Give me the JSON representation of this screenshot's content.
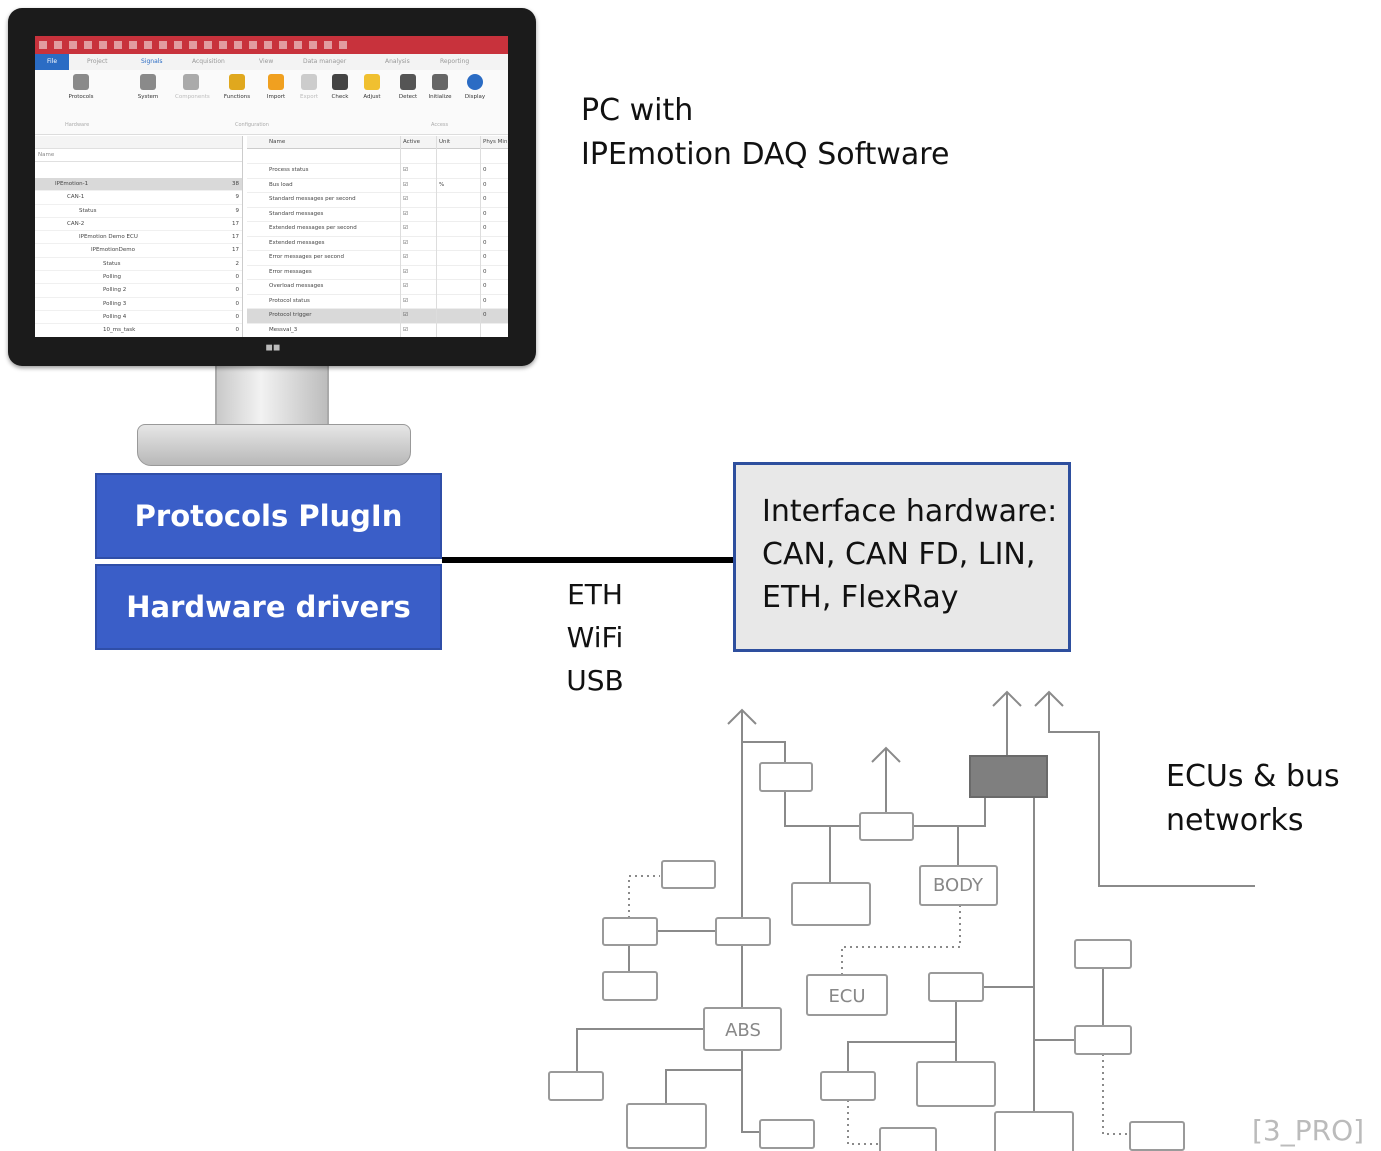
{
  "pc_label": {
    "line1": "PC with",
    "line2": "IPEmotion DAQ Software"
  },
  "plugin_box": "Protocols PlugIn",
  "drivers_box": "Hardware drivers",
  "connections": {
    "line1": "ETH",
    "line2": "WiFi",
    "line3": "USB"
  },
  "interface": {
    "line1": "Interface hardware:",
    "line2": "CAN, CAN FD, LIN,",
    "line3": "ETH, FlexRay"
  },
  "ecu_label": {
    "line1": "ECUs & bus",
    "line2": "networks"
  },
  "reference": "[3_PRO]",
  "network_labels": {
    "body": "BODY",
    "ecu": "ECU",
    "abs": "ABS"
  },
  "screen": {
    "menu": [
      "File",
      "Project",
      "Signals",
      "Acquisition",
      "View",
      "Data manager",
      "Analysis",
      "Reporting"
    ],
    "ribbon": [
      "Protocols",
      "System",
      "Components",
      "Functions",
      "Import",
      "Export",
      "Check",
      "Adjust",
      "Detect",
      "Initialize",
      "Display"
    ],
    "groups": [
      "Hardware",
      "Configuration",
      "Access"
    ],
    "tree_header": "Name",
    "tree_rows": [
      {
        "label": "IPEmotion-1",
        "n": "38"
      },
      {
        "label": "CAN-1",
        "n": "9"
      },
      {
        "label": "Status",
        "n": "9"
      },
      {
        "label": "CAN-2",
        "n": "17"
      },
      {
        "label": "IPEmotion Demo ECU",
        "n": "17"
      },
      {
        "label": "IPEmotionDemo",
        "n": "17"
      },
      {
        "label": "Status",
        "n": "2"
      },
      {
        "label": "Polling",
        "n": "0"
      },
      {
        "label": "Polling 2",
        "n": "0"
      },
      {
        "label": "Polling 3",
        "n": "0"
      },
      {
        "label": "Polling 4",
        "n": "0"
      },
      {
        "label": "10_ms_task",
        "n": "0"
      }
    ],
    "grid_headers": [
      "Name",
      "Active",
      "Unit",
      "Phys Min"
    ],
    "grid_rows": [
      {
        "name": "Process status",
        "unit": "",
        "min": "0"
      },
      {
        "name": "Bus load",
        "unit": "%",
        "min": "0"
      },
      {
        "name": "Standard messages per second",
        "unit": "",
        "min": "0"
      },
      {
        "name": "Standard messages",
        "unit": "",
        "min": "0"
      },
      {
        "name": "Extended messages per second",
        "unit": "",
        "min": "0"
      },
      {
        "name": "Extended messages",
        "unit": "",
        "min": "0"
      },
      {
        "name": "Error messages per second",
        "unit": "",
        "min": "0"
      },
      {
        "name": "Error messages",
        "unit": "",
        "min": "0"
      },
      {
        "name": "Overload messages",
        "unit": "",
        "min": "0"
      },
      {
        "name": "Protocol status",
        "unit": "",
        "min": "0"
      },
      {
        "name": "Protocol trigger",
        "unit": "",
        "min": "0"
      },
      {
        "name": "Messval_3",
        "unit": "",
        "min": ""
      }
    ]
  }
}
